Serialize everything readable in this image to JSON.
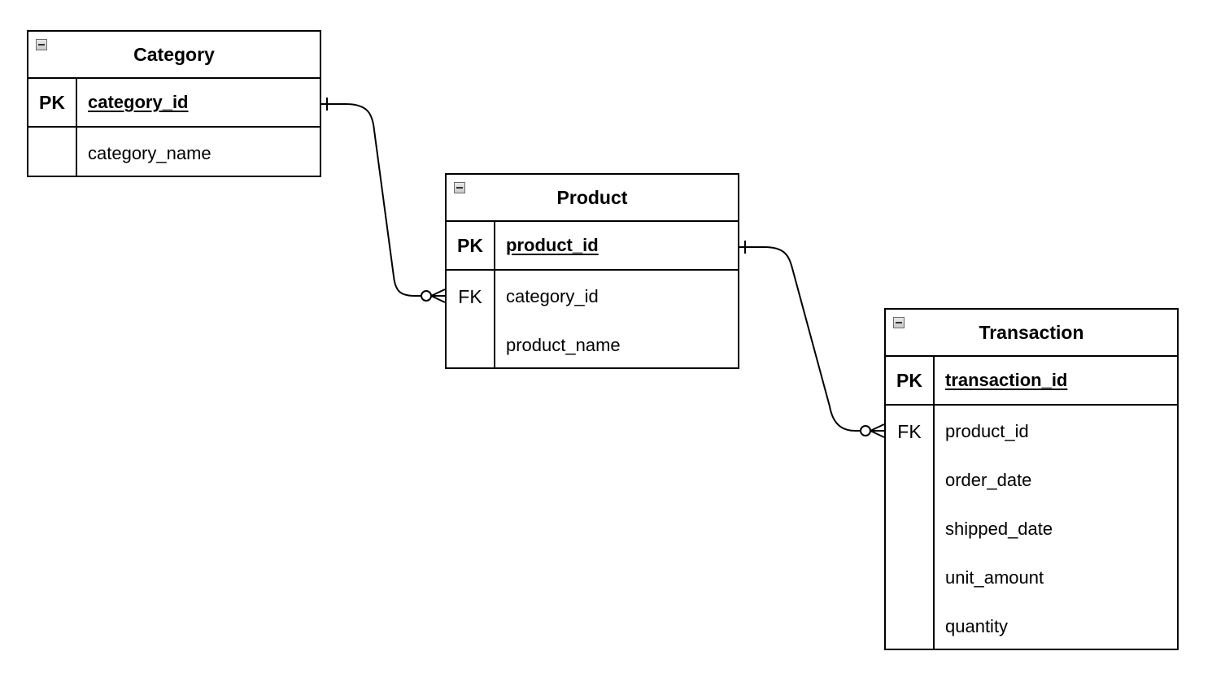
{
  "entities": {
    "category": {
      "title": "Category",
      "rows": [
        {
          "key": "PK",
          "field": "category_id"
        },
        {
          "key": "",
          "field": "category_name"
        }
      ]
    },
    "product": {
      "title": "Product",
      "rows": [
        {
          "key": "PK",
          "field": "product_id"
        },
        {
          "key": "FK",
          "field": "category_id"
        },
        {
          "key": "",
          "field": "product_name"
        }
      ]
    },
    "transaction": {
      "title": "Transaction",
      "rows": [
        {
          "key": "PK",
          "field": "transaction_id"
        },
        {
          "key": "FK",
          "field": "product_id"
        },
        {
          "key": "",
          "field": "order_date"
        },
        {
          "key": "",
          "field": "shipped_date"
        },
        {
          "key": "",
          "field": "unit_amount"
        },
        {
          "key": "",
          "field": "quantity"
        }
      ]
    }
  },
  "relationships": [
    {
      "from": "Category.category_id",
      "to": "Product.category_id",
      "from_cardinality": "one",
      "to_cardinality": "zero-or-many"
    },
    {
      "from": "Product.product_id",
      "to": "Transaction.product_id",
      "from_cardinality": "one",
      "to_cardinality": "zero-or-many"
    }
  ]
}
